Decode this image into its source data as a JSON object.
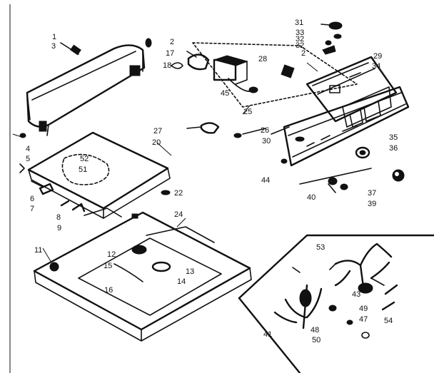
{
  "colors": {
    "ink": "#111111",
    "paper": "#ffffff"
  },
  "labels": [
    {
      "id": "l-1",
      "text": "1"
    },
    {
      "id": "l-3",
      "text": "3"
    },
    {
      "id": "l-2a",
      "text": "2"
    },
    {
      "id": "l-17",
      "text": "17"
    },
    {
      "id": "l-18",
      "text": "18"
    },
    {
      "id": "l-28",
      "text": "28"
    },
    {
      "id": "l-31",
      "text": "31"
    },
    {
      "id": "l-33",
      "text": "33"
    },
    {
      "id": "l-32a",
      "text": "32"
    },
    {
      "id": "l-32b",
      "text": "32"
    },
    {
      "id": "l-2b",
      "text": "2"
    },
    {
      "id": "l-29",
      "text": "29"
    },
    {
      "id": "l-34",
      "text": "34"
    },
    {
      "id": "l-45",
      "text": "45"
    },
    {
      "id": "l-25",
      "text": "25"
    },
    {
      "id": "l-27",
      "text": "27"
    },
    {
      "id": "l-20",
      "text": "20"
    },
    {
      "id": "l-26",
      "text": "26"
    },
    {
      "id": "l-30",
      "text": "30"
    },
    {
      "id": "l-35",
      "text": "35"
    },
    {
      "id": "l-36",
      "text": "36"
    },
    {
      "id": "l-4",
      "text": "4"
    },
    {
      "id": "l-5",
      "text": "5"
    },
    {
      "id": "l-52",
      "text": "52"
    },
    {
      "id": "l-51",
      "text": "51"
    },
    {
      "id": "l-44",
      "text": "44"
    },
    {
      "id": "l-6",
      "text": "6"
    },
    {
      "id": "l-7",
      "text": "7"
    },
    {
      "id": "l-22",
      "text": "22"
    },
    {
      "id": "l-40",
      "text": "40"
    },
    {
      "id": "l-37",
      "text": "37"
    },
    {
      "id": "l-39",
      "text": "39"
    },
    {
      "id": "l-8",
      "text": "8"
    },
    {
      "id": "l-9",
      "text": "9"
    },
    {
      "id": "l-24",
      "text": "24"
    },
    {
      "id": "l-53",
      "text": "53"
    },
    {
      "id": "l-11",
      "text": "11"
    },
    {
      "id": "l-12",
      "text": "12"
    },
    {
      "id": "l-15",
      "text": "15"
    },
    {
      "id": "l-13",
      "text": "13"
    },
    {
      "id": "l-14",
      "text": "14"
    },
    {
      "id": "l-16",
      "text": "16"
    },
    {
      "id": "l-43",
      "text": "43"
    },
    {
      "id": "l-49",
      "text": "49"
    },
    {
      "id": "l-47",
      "text": "47"
    },
    {
      "id": "l-54",
      "text": "54"
    },
    {
      "id": "l-41",
      "text": "41"
    },
    {
      "id": "l-48",
      "text": "48"
    },
    {
      "id": "l-50",
      "text": "50"
    }
  ]
}
